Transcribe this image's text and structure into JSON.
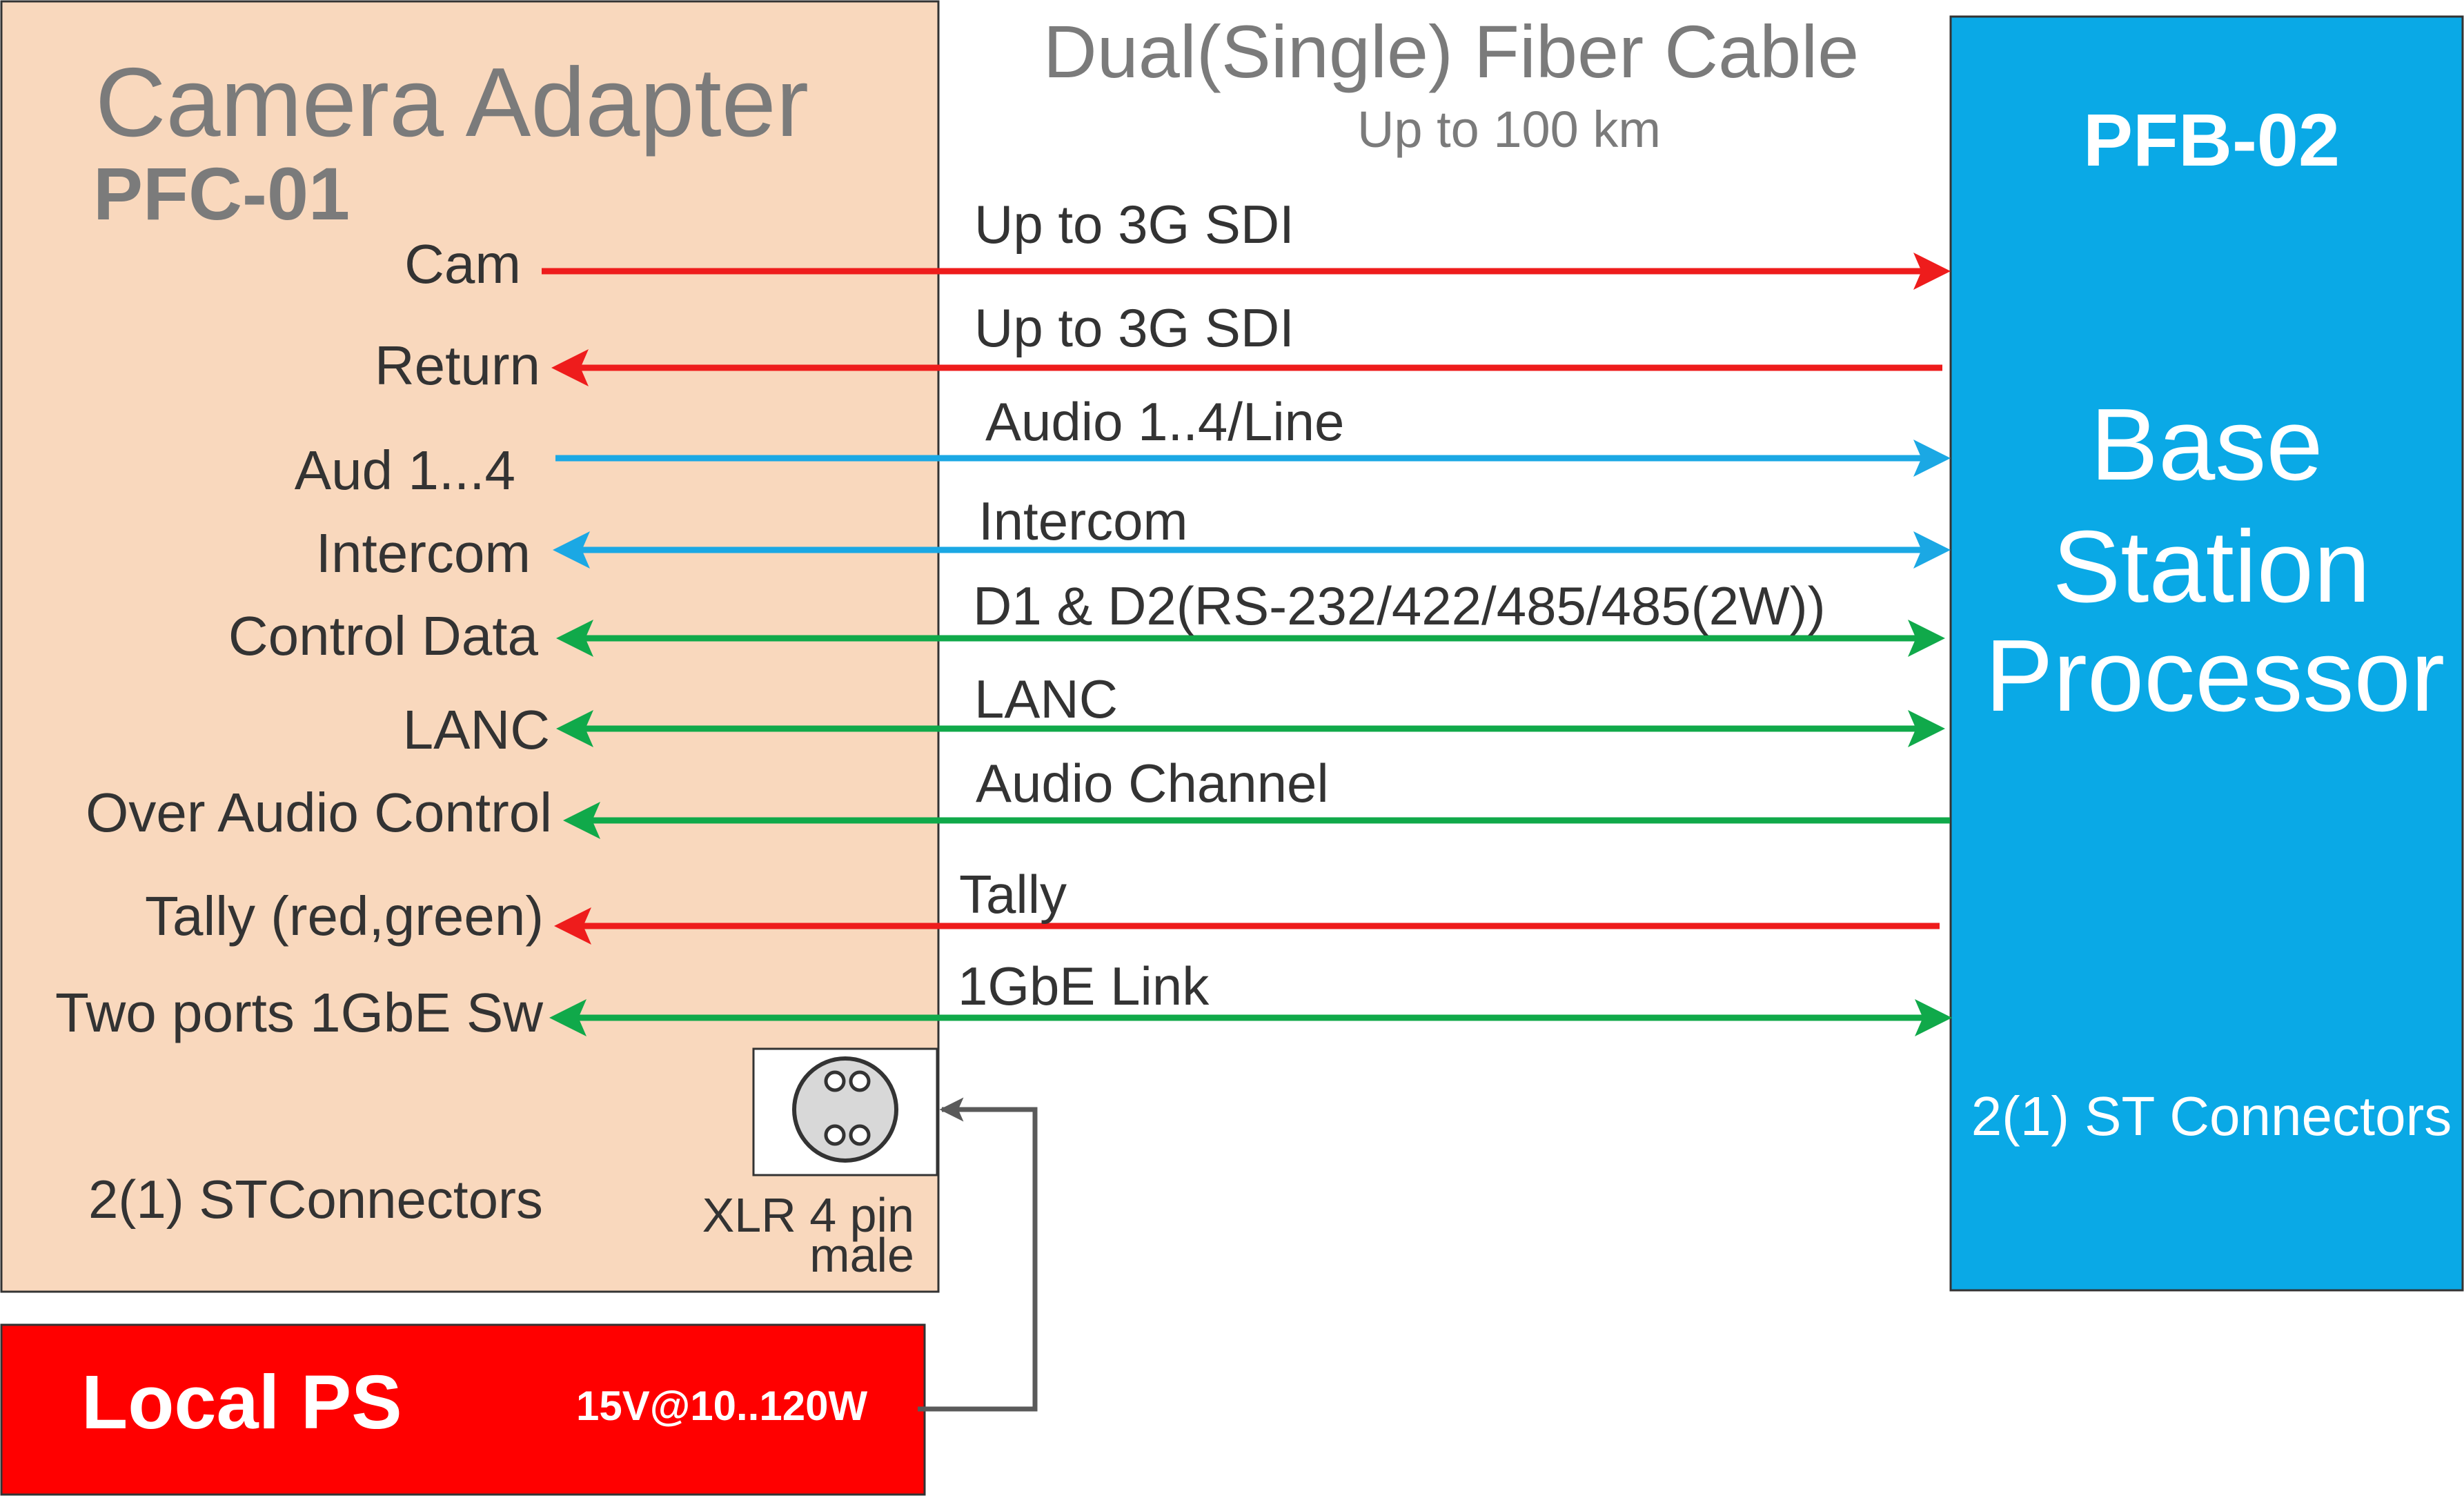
{
  "header": {
    "cable_title": "Dual(Single) Fiber Cable",
    "cable_subtitle": "Up to 100 km"
  },
  "camera_adapter": {
    "title": "Camera Adapter",
    "model": "PFC-01",
    "connectors": "2(1) STConnectors",
    "xlr_label_line1": "XLR 4 pin",
    "xlr_label_line2": "male",
    "fill_color": "#f9d8bd",
    "ports": [
      "Cam",
      "Return",
      "Aud 1...4",
      "Intercom",
      "Control Data",
      "LANC",
      "Over Audio Control",
      "Tally (red,green)",
      "Two ports 1GbE Sw"
    ]
  },
  "base_station": {
    "model": "PFB-02",
    "name_line1": "Base",
    "name_line2": "Station",
    "name_line3": "Processor",
    "connectors": "2(1) ST Connectors",
    "fill_color": "#0aa9e6"
  },
  "local_ps": {
    "title": "Local PS",
    "spec": "15V@10..120W",
    "fill_color": "#ff0000"
  },
  "colors": {
    "video": "#ee1c1c",
    "audio": "#1ba8e4",
    "control": "#10a94a",
    "power": "#5a5a5a"
  },
  "links": [
    {
      "label": "Up to 3G SDI",
      "direction": "to-base",
      "color_group": "video"
    },
    {
      "label": "Up to 3G SDI",
      "direction": "to-camera",
      "color_group": "video"
    },
    {
      "label": "Audio 1..4/Line",
      "direction": "to-base",
      "color_group": "audio"
    },
    {
      "label": "Intercom",
      "direction": "both",
      "color_group": "audio"
    },
    {
      "label": "D1 & D2(RS-232/422/485/485(2W))",
      "direction": "both",
      "color_group": "control"
    },
    {
      "label": "LANC",
      "direction": "both",
      "color_group": "control"
    },
    {
      "label": "Audio Channel",
      "direction": "to-camera",
      "color_group": "control"
    },
    {
      "label": "Tally",
      "direction": "to-camera",
      "color_group": "video"
    },
    {
      "label": "1GbE Link",
      "direction": "both",
      "color_group": "control"
    }
  ]
}
